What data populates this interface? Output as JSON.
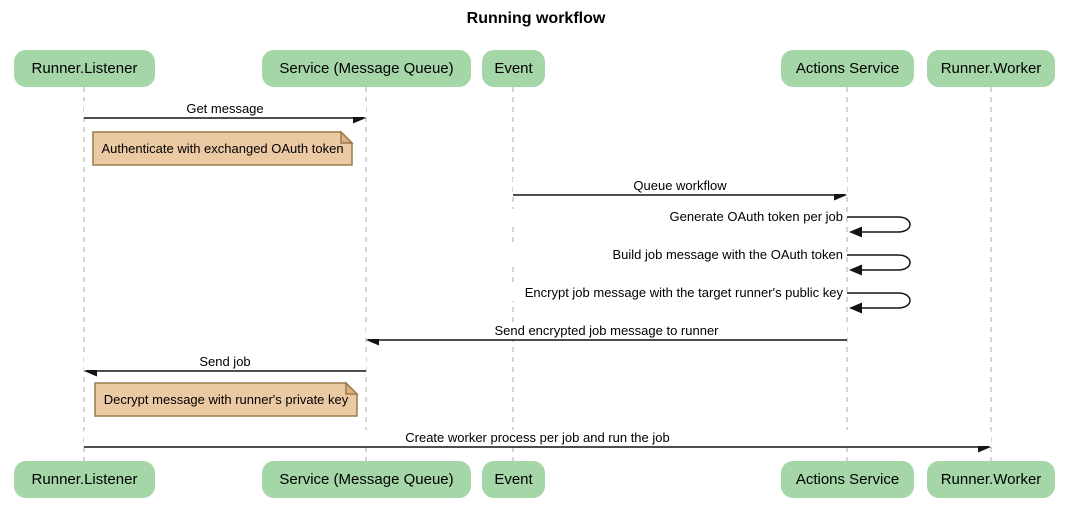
{
  "diagram": {
    "type": "sequence-diagram",
    "title": "Running workflow",
    "actors": [
      {
        "id": "runner-listener",
        "label": "Runner.Listener"
      },
      {
        "id": "service-message-queue",
        "label": "Service (Message Queue)"
      },
      {
        "id": "event",
        "label": "Event"
      },
      {
        "id": "actions-service",
        "label": "Actions Service"
      },
      {
        "id": "runner-worker",
        "label": "Runner.Worker"
      }
    ],
    "messages": [
      {
        "type": "arrow",
        "from": "runner-listener",
        "to": "service-message-queue",
        "label": "Get message"
      },
      {
        "type": "note",
        "anchor": "runner-listener",
        "label": "Authenticate with exchanged OAuth token"
      },
      {
        "type": "arrow",
        "from": "event",
        "to": "actions-service",
        "label": "Queue workflow"
      },
      {
        "type": "self",
        "from": "actions-service",
        "to": "actions-service",
        "label": "Generate OAuth token per job"
      },
      {
        "type": "self",
        "from": "actions-service",
        "to": "actions-service",
        "label": "Build job message with the OAuth token"
      },
      {
        "type": "self",
        "from": "actions-service",
        "to": "actions-service",
        "label": "Encrypt job message with the target runner's public key"
      },
      {
        "type": "arrow",
        "from": "actions-service",
        "to": "service-message-queue",
        "label": "Send encrypted job message to runner"
      },
      {
        "type": "arrow",
        "from": "service-message-queue",
        "to": "runner-listener",
        "label": "Send job"
      },
      {
        "type": "note",
        "anchor": "runner-listener",
        "label": "Decrypt message with runner's private key"
      },
      {
        "type": "arrow",
        "from": "runner-listener",
        "to": "runner-worker",
        "label": "Create worker process per job and run the job"
      }
    ],
    "colors": {
      "background": "#ffffff",
      "actor_fill": "#a5d6a7",
      "note_fill": "#ebc9a3",
      "note_fold": "#dbb184",
      "note_border": "#9b7b49",
      "lifeline": "#ababab",
      "arrow": "#141414",
      "text": "#000000"
    }
  }
}
